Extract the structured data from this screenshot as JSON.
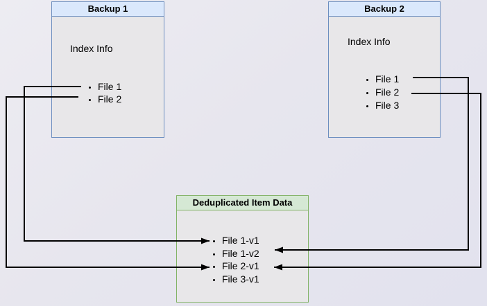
{
  "backup1": {
    "title": "Backup 1",
    "subtitle": "Index Info",
    "files": [
      "File 1",
      "File 2"
    ]
  },
  "backup2": {
    "title": "Backup 2",
    "subtitle": "Index Info",
    "files": [
      "File 1",
      "File 2",
      "File 3"
    ]
  },
  "dedup": {
    "title": "Deduplicated Item Data",
    "items": [
      "File 1-v1",
      "File 1-v2",
      "File 2-v1",
      "File 3-v1"
    ]
  },
  "edges": [
    {
      "from": "Backup 1 / File 1",
      "to": "Deduplicated Item Data / File 1-v1"
    },
    {
      "from": "Backup 1 / File 2",
      "to": "Deduplicated Item Data / File 2-v1"
    },
    {
      "from": "Backup 2 / File 1",
      "to": "Deduplicated Item Data / File 1-v2"
    },
    {
      "from": "Backup 2 / File 2",
      "to": "Deduplicated Item Data / File 2-v1"
    }
  ],
  "colors": {
    "background": "#e7e6ee",
    "blue_header_fill": "#dae8fc",
    "blue_border": "#6c8ebf",
    "green_header_fill": "#d5e8d4",
    "green_border": "#82b366",
    "box_body_fill": "#e8e7e9",
    "arrow": "#000000",
    "text": "#000000"
  }
}
